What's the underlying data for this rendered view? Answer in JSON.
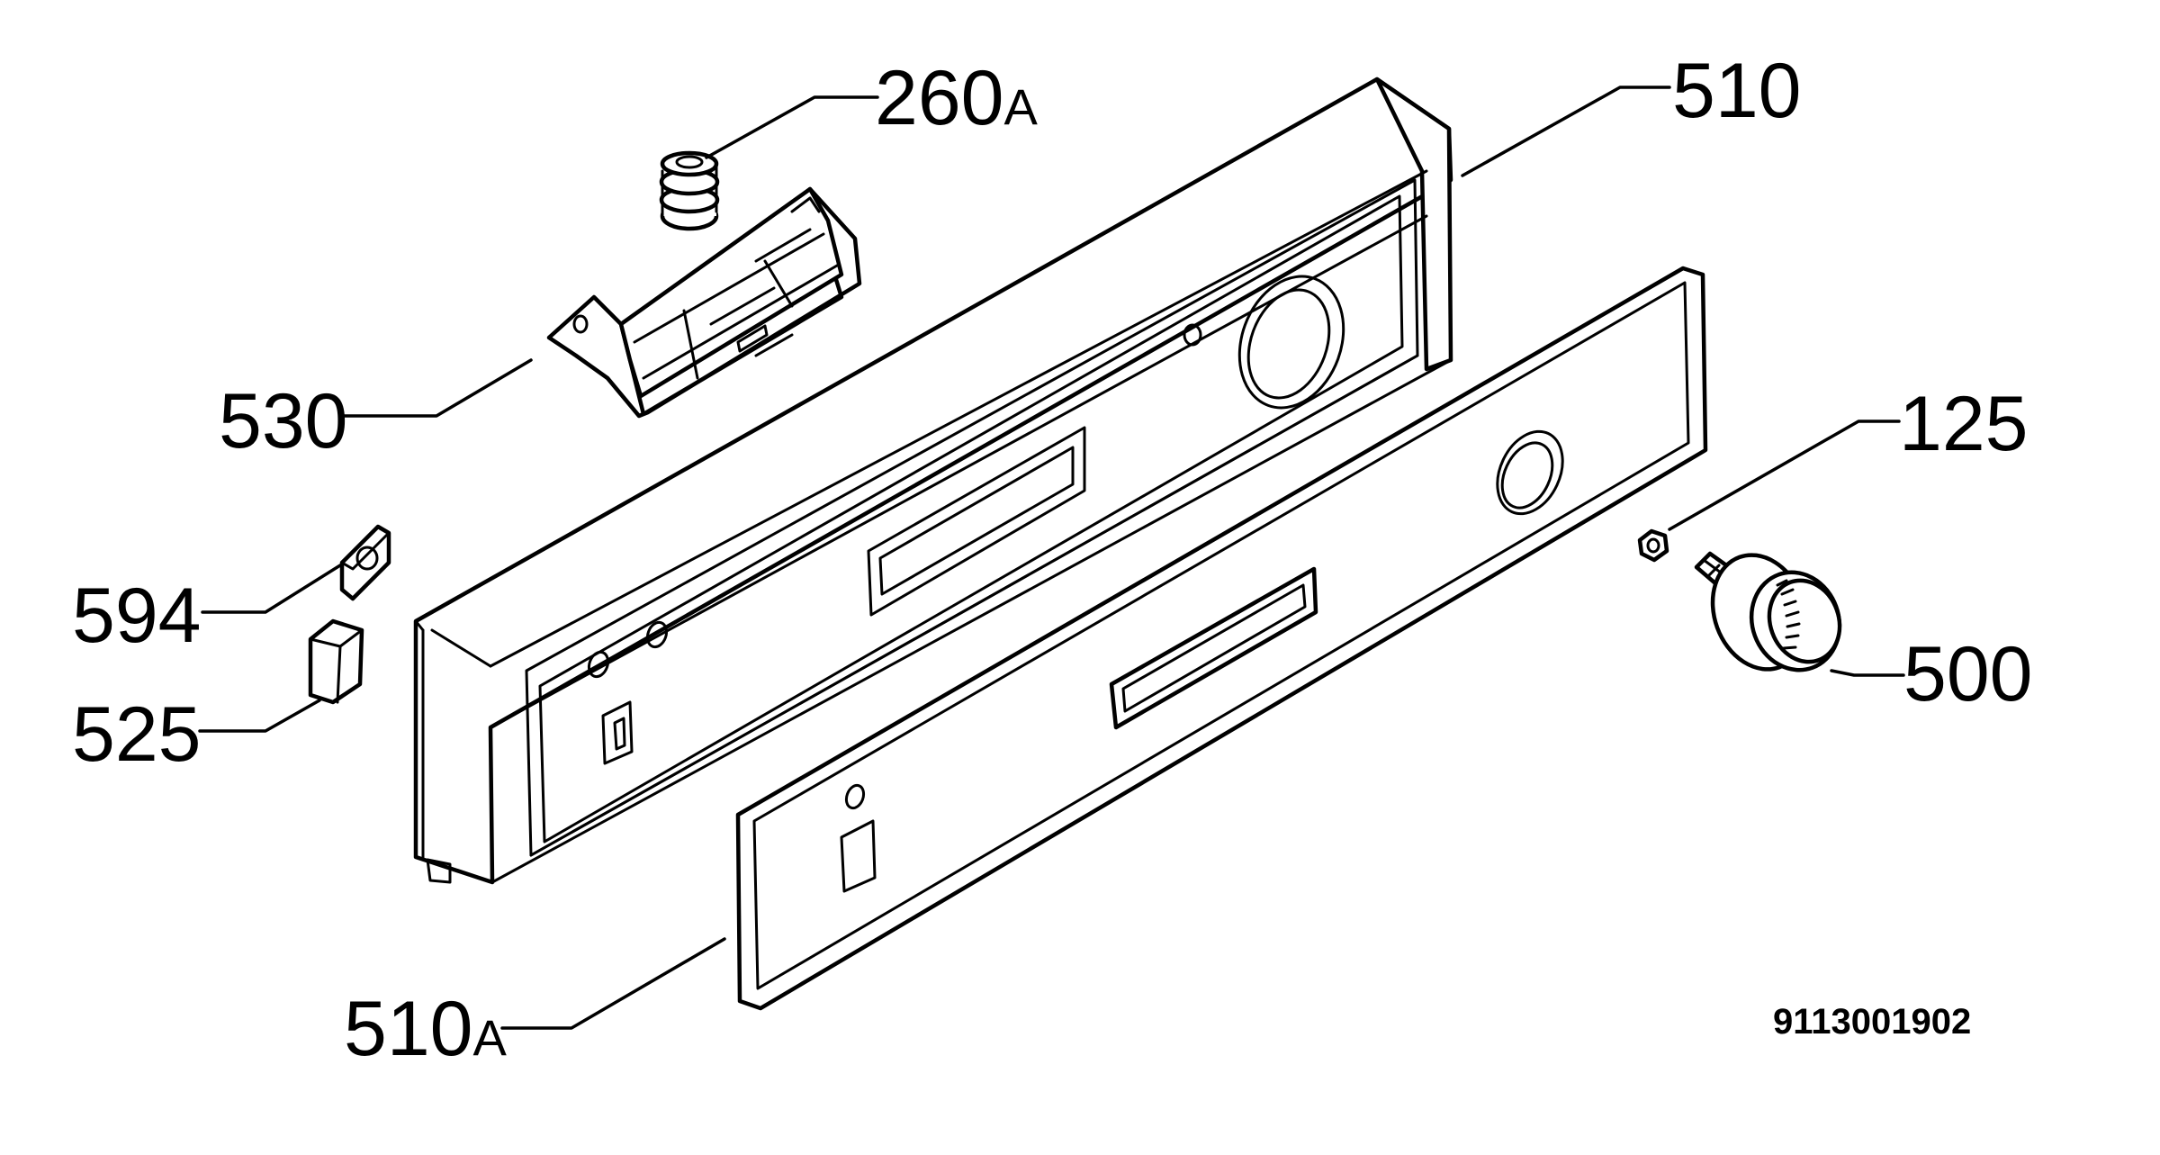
{
  "labels": {
    "l260": {
      "main": "260",
      "suffix": "A"
    },
    "l510": {
      "main": "510",
      "suffix": ""
    },
    "l530": {
      "main": "530",
      "suffix": ""
    },
    "l125": {
      "main": "125",
      "suffix": ""
    },
    "l594": {
      "main": "594",
      "suffix": ""
    },
    "l500": {
      "main": "500",
      "suffix": ""
    },
    "l525": {
      "main": "525",
      "suffix": ""
    },
    "l510a": {
      "main": "510",
      "suffix": "A"
    }
  },
  "drawing_code": "9113001902"
}
